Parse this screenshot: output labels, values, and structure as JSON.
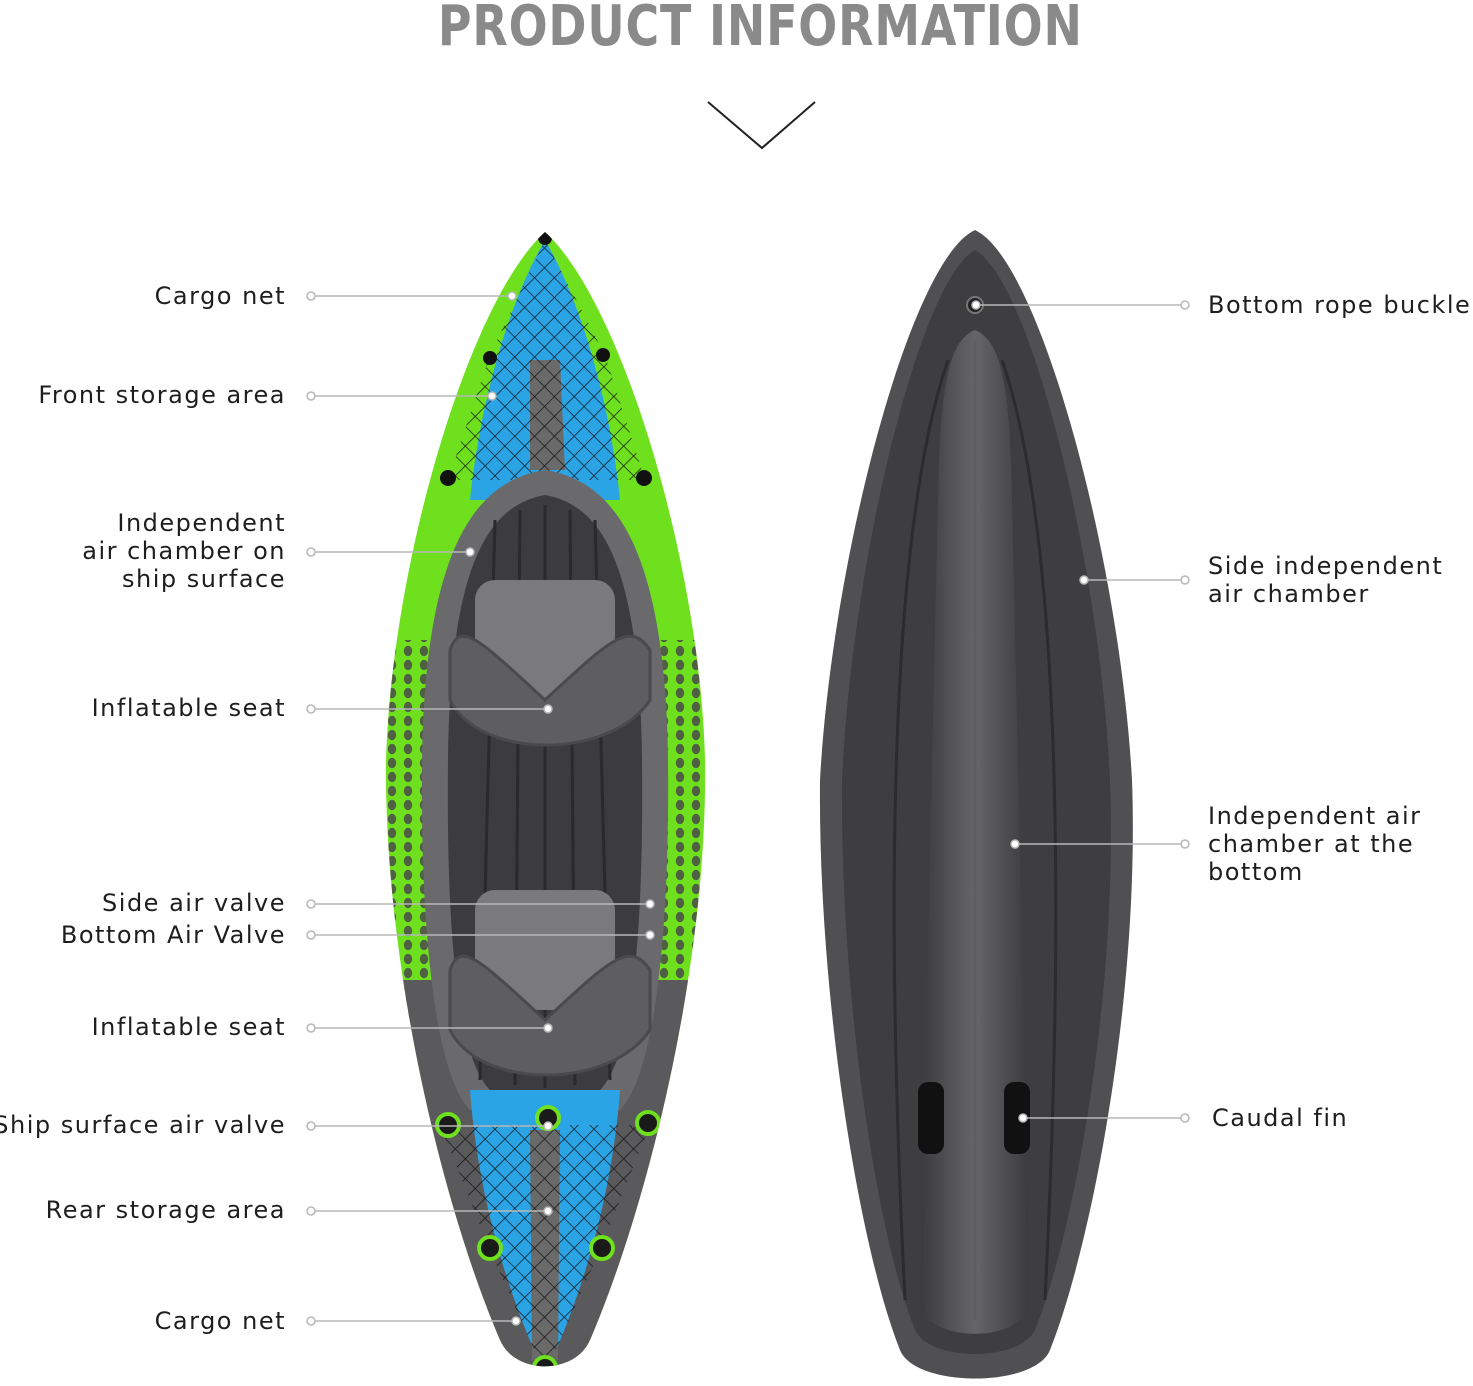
{
  "title": "PRODUCT INFORMATION",
  "colors": {
    "title": "#8a8a8a",
    "kayak_green": "#6fe01e",
    "kayak_blue": "#2ba4e6",
    "kayak_grey": "#5a5a5c",
    "hull_grey": "#505052",
    "leader_line": "#b8b8b8"
  },
  "icons": [
    "chevron-down-icon",
    "top-kayak-illustration",
    "bottom-kayak-illustration"
  ],
  "left_labels": [
    {
      "lines": [
        "Cargo net"
      ]
    },
    {
      "lines": [
        "Front storage area"
      ]
    },
    {
      "lines": [
        "Independent",
        "air chamber on",
        "ship surface"
      ]
    },
    {
      "lines": [
        "Inflatable seat"
      ]
    },
    {
      "lines": [
        "Side air valve"
      ]
    },
    {
      "lines": [
        "Bottom Air Valve"
      ]
    },
    {
      "lines": [
        "Inflatable seat"
      ]
    },
    {
      "lines": [
        "Ship surface air valve"
      ]
    },
    {
      "lines": [
        "Rear storage area"
      ]
    },
    {
      "lines": [
        "Cargo net"
      ]
    }
  ],
  "right_labels": [
    {
      "lines": [
        "Bottom rope buckle"
      ]
    },
    {
      "lines": [
        "Side independent",
        "air chamber"
      ]
    },
    {
      "lines": [
        "Independent air",
        "chamber at the",
        "bottom"
      ]
    },
    {
      "lines": [
        "Caudal fin"
      ]
    }
  ]
}
